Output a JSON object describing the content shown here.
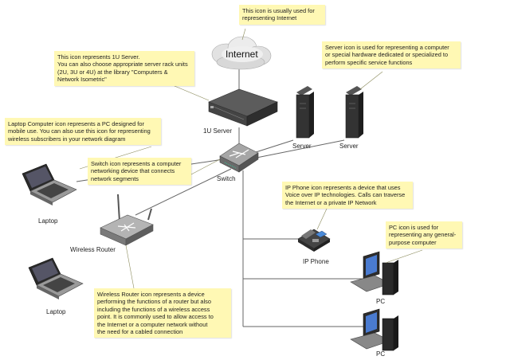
{
  "colors": {
    "note_fill": "#fff8b4",
    "connector": "#666666",
    "device_dark": "#3a3a3a",
    "device_grey": "#8a8a8a"
  },
  "icons": [
    "cloud-icon",
    "rack-server-icon",
    "tower-server-icon",
    "switch-icon",
    "wireless-router-icon",
    "laptop-icon",
    "ip-phone-icon",
    "pc-icon"
  ],
  "nodes": {
    "internet": "Internet",
    "server_1u": "1U Server",
    "server_a": "Server",
    "server_b": "Server",
    "switch": "Switch",
    "laptop_a": "Laptop",
    "laptop_b": "Laptop",
    "router": "Wireless Router",
    "ip_phone": "IP Phone",
    "pc_a": "PC",
    "pc_b": "PC"
  },
  "notes": {
    "internet": [
      "This icon is usually used for",
      "representing Internet"
    ],
    "server_1u": [
      "This icon represents 1U Server.",
      "You can also choose appropriate server rack units",
      "(2U, 3U or 4U) at the library \"Computers &",
      "Network Isometric\""
    ],
    "server": [
      "Server icon is used for representing a computer",
      "or special hardware dedicated or specialized to",
      "perform specific service functions"
    ],
    "laptop": [
      "Laptop Computer icon represents a PC designed for",
      "mobile use. You can also use this icon for representing",
      "wireless subscribers in your network diagram"
    ],
    "switch": [
      "Switch icon represents a computer",
      "networking device that connects",
      "network segments"
    ],
    "ip_phone": [
      "IP Phone icon represents a device that uses",
      "Voice over IP technologies. Calls can traverse",
      "the Internet or a private IP Network"
    ],
    "pc": [
      "PC icon is used for",
      "representing any general-",
      "purpose computer"
    ],
    "router": [
      "Wireless Router icon represents a device",
      "performing the functions of a router but also",
      "including the functions of a wireless access",
      "point. It is commonly used to allow access to",
      "the Internet or a computer network without",
      "the need for a cabled connection"
    ]
  }
}
